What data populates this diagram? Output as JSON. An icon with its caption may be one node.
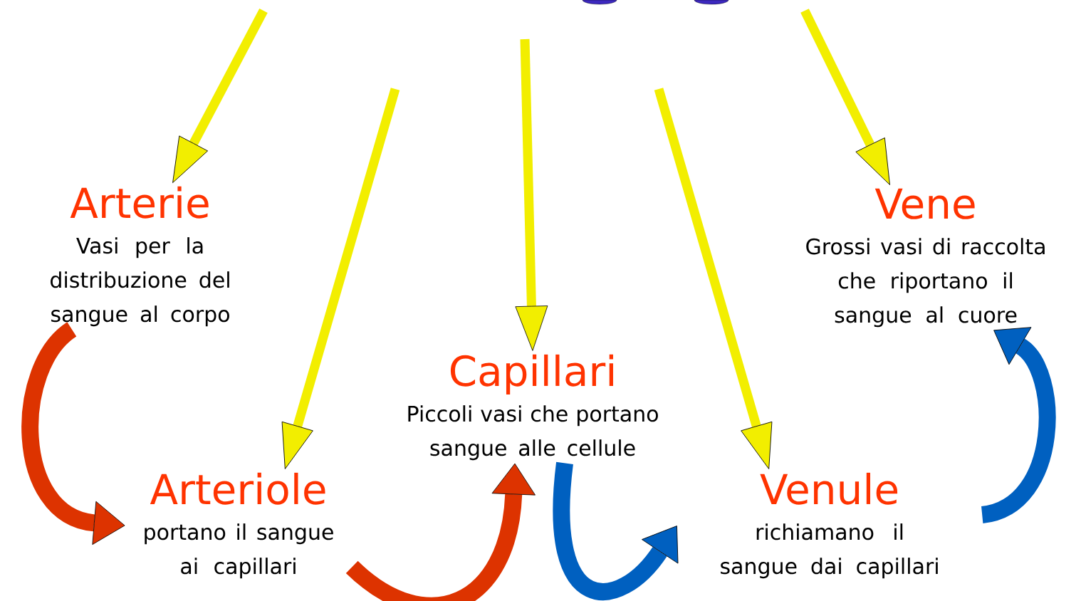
{
  "diagram": {
    "nodes": [
      {
        "text": [
          "Arterie",
          "Vasi per la distribuzione del sangue al corpo"
        ]
      },
      {
        "text": [
          "Vene",
          "Grossi vasi di raccolta che riportano il sangue al cuore"
        ]
      },
      {
        "text": [
          "Capillari",
          "Piccoli vasi che portano sangue alle cellule"
        ]
      },
      {
        "text": [
          "Arteriole",
          "portano il sangue ai capillari"
        ]
      },
      {
        "text": [
          "Venule",
          "richiamano il sangue dai capillari"
        ]
      }
    ],
    "edges": [
      {
        "from": null,
        "to": 0,
        "arrow": "to"
      },
      {
        "from": null,
        "to": 3,
        "arrow": "to"
      },
      {
        "from": null,
        "to": 2,
        "arrow": "to"
      },
      {
        "from": null,
        "to": 4,
        "arrow": "to"
      },
      {
        "from": null,
        "to": 1,
        "arrow": "to"
      },
      {
        "from": 0,
        "to": 3,
        "arrow": "to",
        "style": "thick",
        "color": "#dd3300"
      },
      {
        "from": 3,
        "to": 2,
        "arrow": "to",
        "style": "thick",
        "color": "#dd3300"
      },
      {
        "from": 2,
        "to": 4,
        "arrow": "to",
        "style": "thick",
        "color": "#0060c0"
      },
      {
        "from": 4,
        "to": 1,
        "arrow": "to",
        "style": "thick",
        "color": "#0060c0"
      }
    ]
  }
}
